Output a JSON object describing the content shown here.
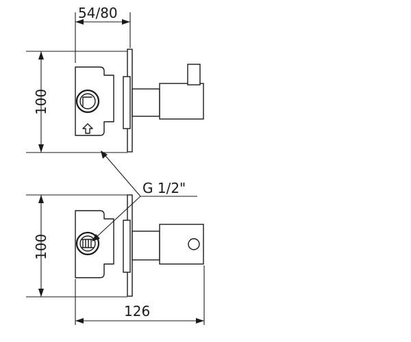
{
  "dimensions": {
    "top_width": "54/80",
    "upper_height": "100",
    "lower_height": "100",
    "bottom_width": "126"
  },
  "callout": {
    "thread": "G 1/2\""
  },
  "colors": {
    "line": "#1a1a1a",
    "background": "#ffffff"
  }
}
